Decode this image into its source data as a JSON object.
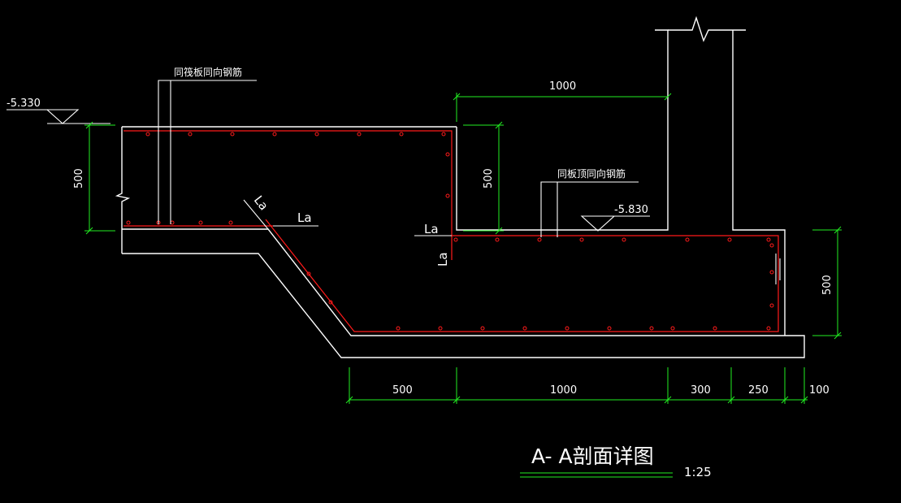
{
  "title": "A- A剖面详图",
  "scale": "1:25",
  "elevations": {
    "left": "-5.330",
    "right": "-5.830"
  },
  "notes": {
    "left": "同筏板同向钢筋",
    "right": "同板顶同向钢筋"
  },
  "anchorage_label": "La",
  "dimensions": {
    "left_height": "500",
    "pit_height": "500",
    "right_height": "500",
    "top_width": "1000",
    "bottom": [
      "500",
      "1000",
      "300",
      "250",
      "100"
    ]
  },
  "colors": {
    "structure": "#ffffff",
    "rebar": "#ff1a1a",
    "dimension": "#22ee22",
    "background": "#000000"
  }
}
